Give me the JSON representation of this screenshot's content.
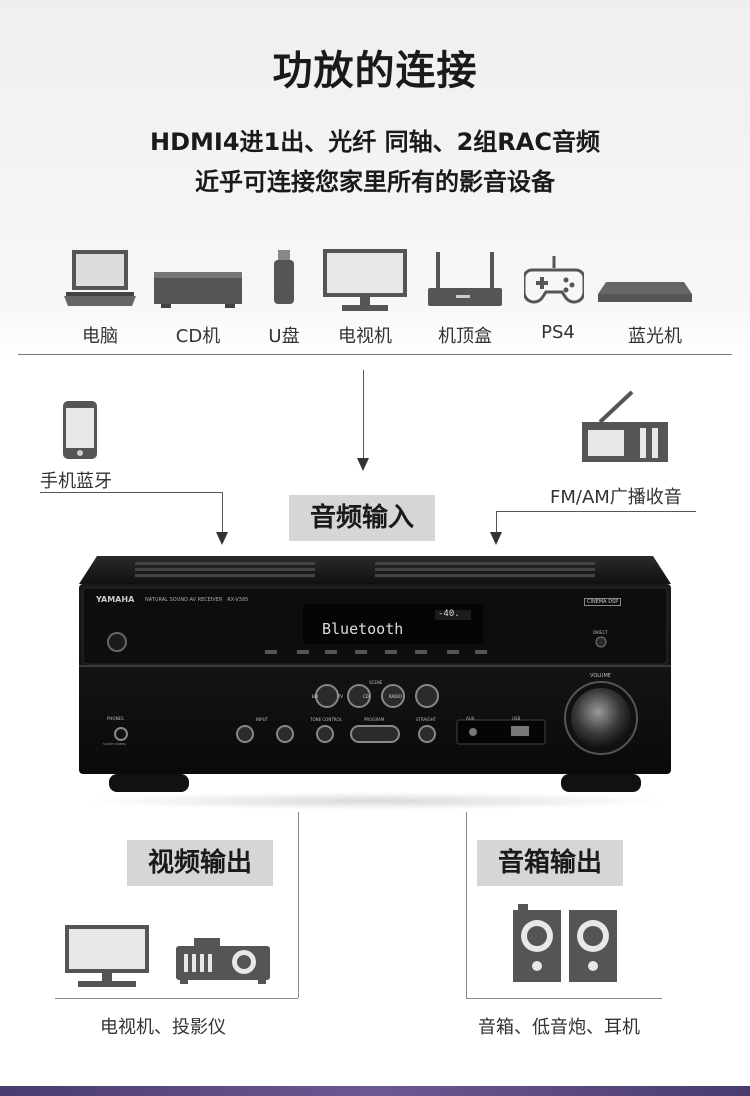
{
  "header": {
    "title": "功放的连接",
    "subtitle_line1": "HDMI4进1出、光纤 同轴、2组RAC音频",
    "subtitle_line2": "近乎可连接您家里所有的影音设备"
  },
  "input_devices": [
    {
      "label": "电脑",
      "icon": "laptop-icon"
    },
    {
      "label": "CD机",
      "icon": "cd-player-icon"
    },
    {
      "label": "U盘",
      "icon": "usb-drive-icon"
    },
    {
      "label": "电视机",
      "icon": "monitor-icon"
    },
    {
      "label": "机顶盒",
      "icon": "router-box-icon"
    },
    {
      "label": "PS4",
      "icon": "gamepad-icon"
    },
    {
      "label": "蓝光机",
      "icon": "bluray-player-icon"
    }
  ],
  "phone": {
    "label": "手机蓝牙",
    "icon": "smartphone-icon"
  },
  "radio": {
    "label": "FM/AM广播收音",
    "icon": "radio-icon"
  },
  "audio_input": {
    "label": "音频输入"
  },
  "receiver": {
    "brand": "YAMAHA",
    "model_line": "NATURAL SOUND AV RECEIVER   RX-V385",
    "display_text": "Bluetooth",
    "display_small": "-40.",
    "cinema_badge": "CINEMA DSP",
    "direct_label": "DIRECT",
    "volume_label": "VOLUME",
    "phones_label": "PHONES",
    "silent_label": "SILENT CINEMA",
    "input_label": "INPUT",
    "tone_label": "TONE CONTROL",
    "program_label": "PROGRAM",
    "straight_label": "STRAIGHT",
    "scene_label": "SCENE",
    "aux_label": "AUX",
    "usb_label": "USB",
    "scene_buttons": [
      "BD",
      "TV",
      "CD",
      "RADIO"
    ]
  },
  "video_output": {
    "label": "视频输出",
    "caption": "电视机、投影仪"
  },
  "speaker_output": {
    "label": "音箱输出",
    "caption": "音箱、低音炮、耳机"
  }
}
